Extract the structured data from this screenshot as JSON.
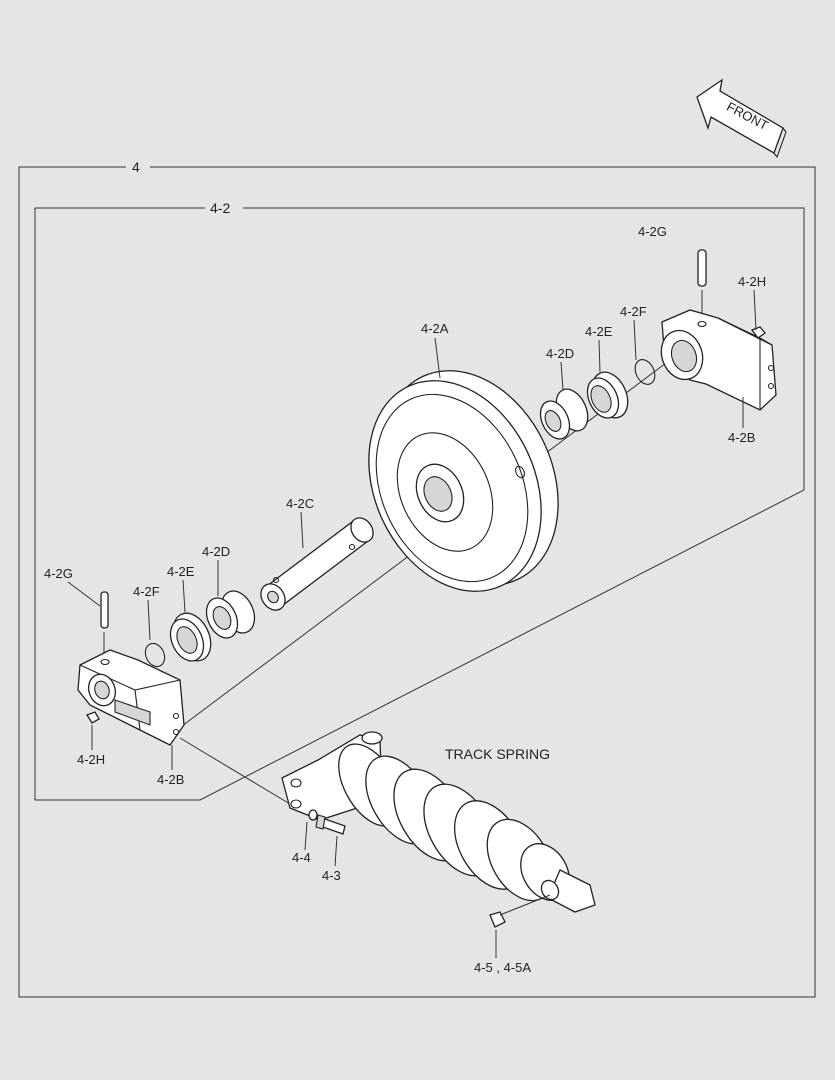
{
  "diagram": {
    "front_arrow_label": "FRONT",
    "group_outer_label": "4",
    "group_inner_label": "4-2",
    "track_spring_label": "TRACK SPRING",
    "callouts": {
      "idler_wheel": "4-2A",
      "shaft": "4-2C",
      "bushing_right": "4-2D",
      "seal_right": "4-2E",
      "oring_right": "4-2F",
      "pin_right": "4-2G",
      "plug_right": "4-2H",
      "bracket_right": "4-2B",
      "bushing_left": "4-2D",
      "seal_left": "4-2E",
      "oring_left": "4-2F",
      "pin_left": "4-2G",
      "plug_left": "4-2H",
      "bracket_left": "4-2B",
      "washer": "4-4",
      "bolt": "4-3",
      "grease_fitting": "4-5 , 4-5A"
    }
  }
}
